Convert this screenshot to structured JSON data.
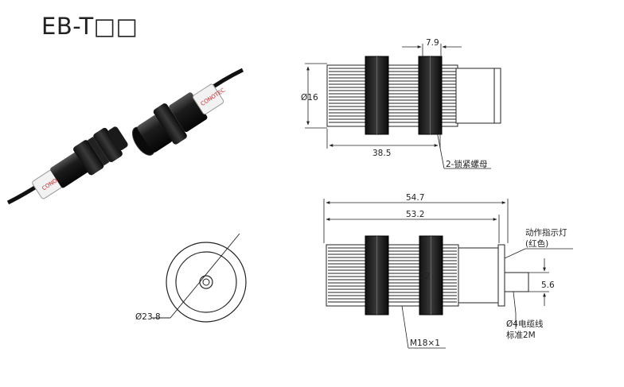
{
  "title": "EB-T□□",
  "top_view": {
    "dim_nut_width": "7.9",
    "dim_diameter": "Ø16",
    "dim_thread_length": "38.5",
    "callout_lock_nuts": "2-锁紧螺母"
  },
  "side_view": {
    "dim_total_length": "54.7",
    "dim_body_length": "53.2",
    "dim_nut": "22",
    "dim_cable_offset": "5.6",
    "callout_indicator_line1": "动作指示灯",
    "callout_indicator_line2": "(红色)",
    "callout_thread": "M18×1",
    "callout_cable_line1": "Ø4电缆线",
    "callout_cable_line2": "标准2M"
  },
  "front_view": {
    "dim_diameter": "Ø23.8"
  },
  "photo": {
    "brand_mark": "CONOTEC"
  },
  "colors": {
    "line": "#1a1a1a",
    "brand_red": "#d2232a"
  }
}
